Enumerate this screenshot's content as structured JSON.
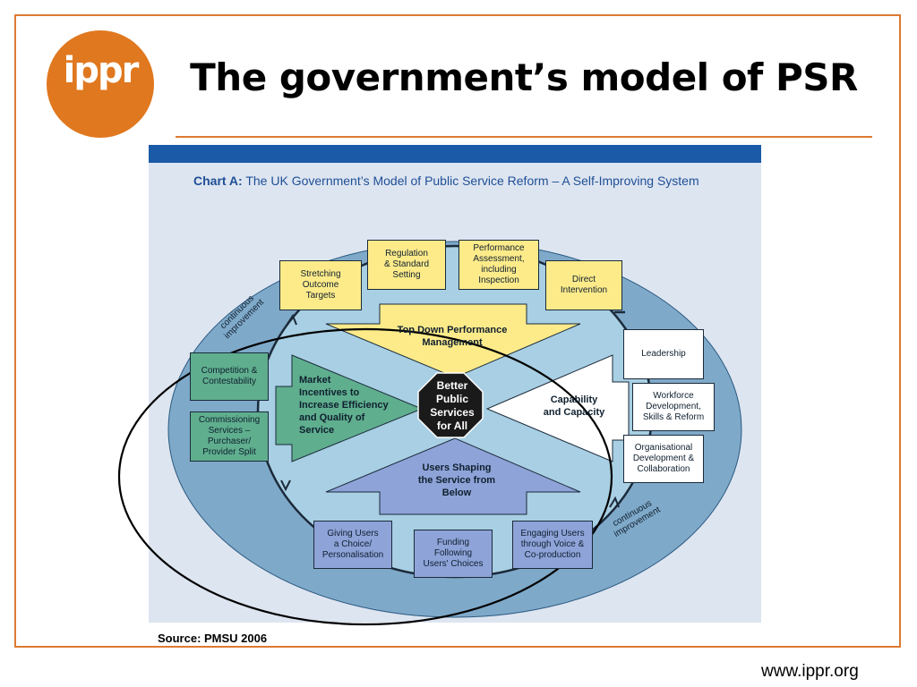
{
  "logo": {
    "text": "ippr",
    "color": "#e0781f"
  },
  "slide": {
    "title": "The government’s model of PSR",
    "source": "Source: PMSU 2006",
    "url": "www.ippr.org",
    "accent_color": "#dd7a32"
  },
  "chart": {
    "title_prefix": "Chart A:",
    "title_text": "The UK Government’s Model of Public Service Reform – A Self-Improving System",
    "center": "Better\nPublic\nServices\nfor All",
    "arrows": {
      "top": "Top Down Performance\nManagement",
      "left": "Market\nIncentives to\nIncrease Efficiency\nand Quality of\nService",
      "right": "Capability\nand Capacity",
      "bottom": "Users Shaping\nthe Service from\nBelow"
    },
    "top_boxes": [
      "Stretching\nOutcome\nTargets",
      "Regulation\n& Standard\nSetting",
      "Performance\nAssessment,\nincluding\nInspection",
      "Direct\nIntervention"
    ],
    "left_boxes": [
      "Competition &\nContestability",
      "Commissioning\nServices –\nPurchaser/\nProvider Split"
    ],
    "right_boxes": [
      "Leadership",
      "Workforce\nDevelopment,\nSkills & Reform",
      "Organisational\nDevelopment &\nCollaboration"
    ],
    "bottom_boxes": [
      "Giving Users\na Choice/\nPersonalisation",
      "Funding\nFollowing\nUsers' Choices",
      "Engaging Users\nthrough Voice &\nCo-production"
    ],
    "loop_labels": [
      "continuous\nimprovement",
      "continuous\nimprovement"
    ],
    "colors": {
      "outer_ellipse": "#7fa9c9",
      "inner_ring": "#a8cfe3",
      "top_arrow": "#fdeb8a",
      "left_arrow": "#5fae8e",
      "right_arrow": "#ffffff",
      "bottom_arrow": "#8ea3d8",
      "center": "#1a1a1a"
    }
  }
}
